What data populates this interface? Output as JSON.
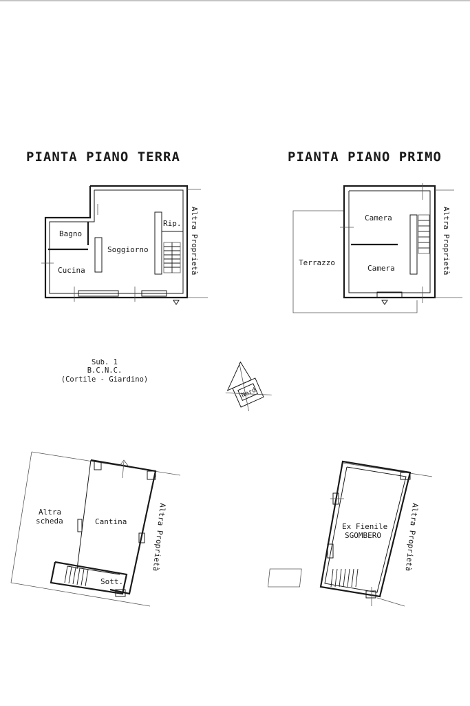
{
  "headings": {
    "ground_floor": "PIANTA PIANO TERRA",
    "first_floor": "PIANTA PIANO PRIMO"
  },
  "ground_floor": {
    "rooms": {
      "bagno": "Bagno",
      "cucina": "Cucina",
      "soggiorno": "Soggiorno",
      "rip": "Rip."
    },
    "neighbor": "Altra Proprietà"
  },
  "first_floor": {
    "rooms": {
      "terrazzo": "Terrazzo",
      "camera_top": "Camera",
      "camera_bottom": "Camera"
    },
    "neighbor": "Altra Proprietà"
  },
  "sub_note": {
    "line1": "Sub. 1",
    "line2": "B.C.N.C.",
    "line3": "(Cortile - Giardino)"
  },
  "north_label": "Nord",
  "basement": {
    "rooms": {
      "altra_scheda_1": "Altra",
      "altra_scheda_2": "scheda",
      "cantina": "Cantina",
      "sott": "Sott."
    },
    "neighbor": "Altra Proprietà"
  },
  "barn": {
    "rooms": {
      "ex_fienile": "Ex Fienile",
      "sgombero": "SGOMBERO"
    },
    "neighbor": "Altra Proprietà"
  }
}
